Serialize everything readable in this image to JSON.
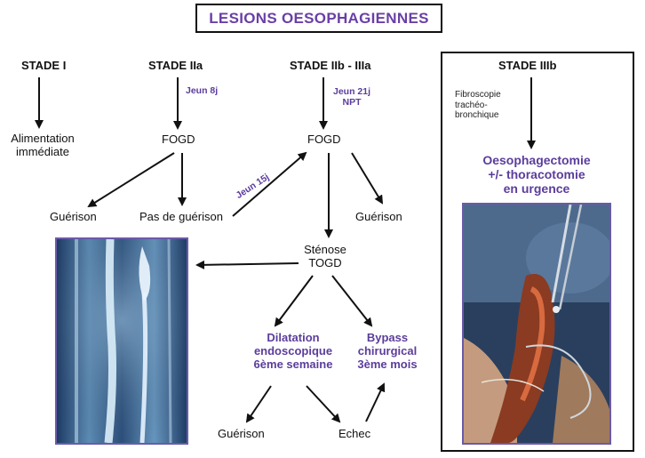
{
  "title": "LESIONS OESOPHAGIENNES",
  "colors": {
    "accent": "#6a3fa6",
    "photo_border": "#6b5aa8",
    "text": "#111111"
  },
  "stages": {
    "stage_1": "STADE I",
    "stage_2a": "STADE IIa",
    "stage_2b_3a": "STADE IIb - IIIa",
    "stage_3b": "STADE IIIb"
  },
  "labels": {
    "alimentation": [
      "Alimentation",
      "immédiate"
    ],
    "jeun_8j": "Jeun 8j",
    "fogd_left": "FOGD",
    "jeun_21j": [
      "Jeun 21j",
      "NPT"
    ],
    "fogd_right": "FOGD",
    "jeun_15j": "Jeun 15j",
    "guerison_left": "Guérison",
    "pas_de_guerison": "Pas de guérison",
    "guerison_right": "Guérison",
    "stenose": [
      "Sténose",
      "TOGD"
    ],
    "dilatation": [
      "Dilatation",
      "endoscopique",
      "6ème semaine"
    ],
    "bypass": [
      "Bypass",
      "chirurgical",
      "3ème mois"
    ],
    "guerison_bottom": "Guérison",
    "echec": "Echec",
    "fibroscopie": [
      "Fibroscopie",
      "trachéo-",
      "bronchique"
    ],
    "oesophagectomie": [
      "Oesophagectomie",
      "+/- thoracotomie",
      "en urgence"
    ]
  },
  "images": {
    "xray": "barium-swallow-xray-image",
    "surgery": "surgical-photo-image"
  }
}
